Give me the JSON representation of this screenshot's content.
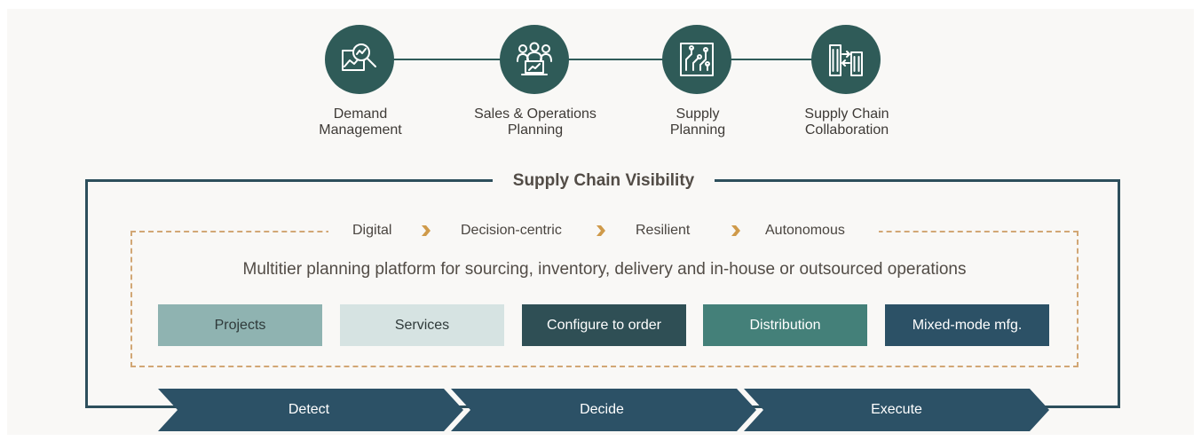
{
  "top_steps": [
    {
      "label": "Demand\nManagement",
      "icon": "magnifier-chart-icon"
    },
    {
      "label": "Sales & Operations\nPlanning",
      "icon": "team-laptop-icon"
    },
    {
      "label": "Supply\nPlanning",
      "icon": "circuit-board-icon"
    },
    {
      "label": "Supply Chain\nCollaboration",
      "icon": "buildings-exchange-icon"
    }
  ],
  "visibility_title": "Supply Chain Visibility",
  "stages": [
    "Digital",
    "Decision-centric",
    "Resilient",
    "Autonomous"
  ],
  "platform_text": "Multitier planning platform for sourcing, inventory, delivery and in-house or outsourced operations",
  "modes": [
    {
      "label": "Projects",
      "bg": "#8fb3b1",
      "fg": "#2f3a3a"
    },
    {
      "label": "Services",
      "bg": "#d6e3e2",
      "fg": "#2f3a3a"
    },
    {
      "label": "Configure to order",
      "bg": "#2f4f55",
      "fg": "#ffffff"
    },
    {
      "label": "Distribution",
      "bg": "#448079",
      "fg": "#ffffff"
    },
    {
      "label": "Mixed-mode mfg.",
      "bg": "#2c5166",
      "fg": "#ffffff"
    }
  ],
  "flow": [
    "Detect",
    "Decide",
    "Execute"
  ],
  "colors": {
    "teal_dark": "#2f5b58",
    "navy": "#2d4f5c",
    "accent_gold": "#d2a775",
    "chevron_gold": "#cf9a4a",
    "arrow_fill": "#2c5166"
  }
}
